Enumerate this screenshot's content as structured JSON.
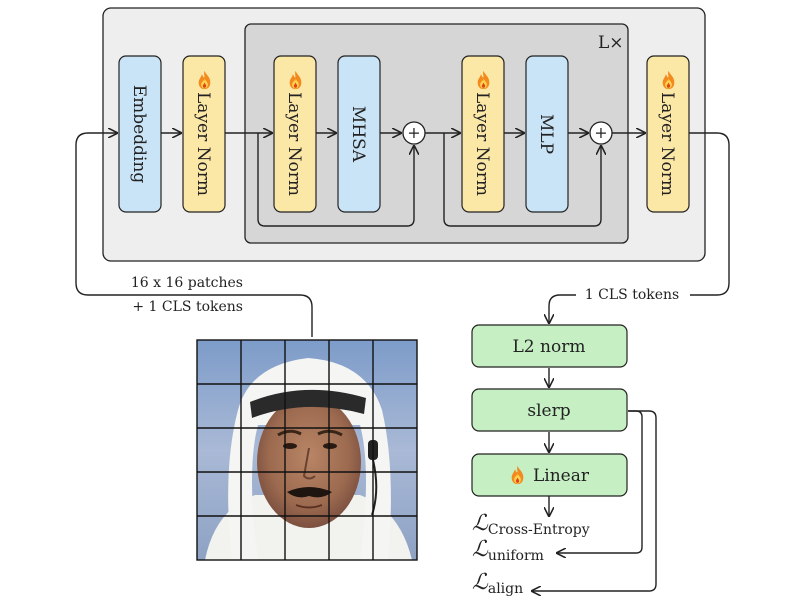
{
  "colors": {
    "outer_bg": "#eeeeee",
    "inner_bg": "#d6d6d6",
    "blue_box": "#c9e4f6",
    "yellow_box": "#fbe7a6",
    "green_box": "#c6f0c3",
    "stroke": "#222222"
  },
  "encoder": {
    "embedding_label": "Embedding",
    "layer_norm_label": "Layer Norm",
    "mhsa_label": "MHSA",
    "mlp_label": "MLP",
    "repeat_label": "L×",
    "plus_symbol": "+",
    "trainable_icon": "fire-emoji"
  },
  "input_caption": {
    "line1": "16 x 16 patches",
    "line2": "+ 1 CLS tokens"
  },
  "output_caption": "1 CLS tokens",
  "head": {
    "l2norm_label": "L2 norm",
    "slerp_label": "slerp",
    "linear_label": "Linear"
  },
  "losses": {
    "symbol": "ℒ",
    "cross_entropy": "Cross-Entropy",
    "uniform": "uniform",
    "align": "align"
  },
  "face_grid": {
    "rows": 5,
    "cols": 5
  }
}
